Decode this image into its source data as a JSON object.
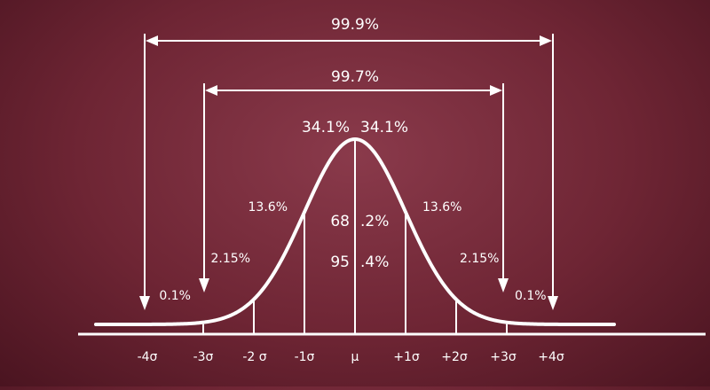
{
  "diagram": {
    "span_labels": {
      "outer": "99.9%",
      "inner": "99.7%"
    },
    "peak_labels": {
      "left": "34.1%",
      "right": "34.1%"
    },
    "center_labels": {
      "one_sigma_left": "68",
      "one_sigma_right": ".2%",
      "two_sigma_left": "95",
      "two_sigma_right": ".4%"
    },
    "band_labels": {
      "left_1_2": "13.6%",
      "right_1_2": "13.6%",
      "left_2_3": "2.15%",
      "right_2_3": "2.15%",
      "left_tail": "0.1%",
      "right_tail": "0.1%"
    },
    "axis_labels": [
      "-4σ",
      "-3σ",
      "-2 σ",
      "-1σ",
      "μ",
      "+1σ",
      "+2σ",
      "+3σ",
      "+4σ"
    ],
    "colors": {
      "background": "#6e2534",
      "ink": "#ffffff"
    }
  }
}
